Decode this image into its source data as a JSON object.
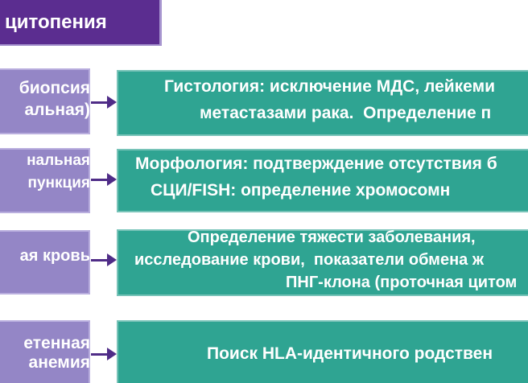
{
  "title_banner": {
    "label": "цитопения"
  },
  "colors": {
    "banner_purple": "#5b2d90",
    "source_box_purple": "#9486c6",
    "result_box_teal": "#2fa492",
    "arrow_purple": "#4f2c87",
    "text_white": "#ffffff",
    "background": "#ffffff"
  },
  "icons": {
    "arrow_right": "→ (css triangle)"
  },
  "rows": [
    {
      "source_lines": [
        "биопсия",
        "альная)"
      ],
      "result_lines": [
        "Гистология: исключение МДС, лейкеми",
        "метастазами рака.  Определение п"
      ]
    },
    {
      "source_lines": [
        "нальная",
        "пункция"
      ],
      "result_lines": [
        "Морфология: подтверждение отсутствия б",
        "СЦИ/FISH: определение хромосомн"
      ]
    },
    {
      "source_lines": [
        "ая кровь"
      ],
      "result_lines": [
        "Определение тяжести заболевания,",
        "исследование крови,  показатели обмена ж",
        "ПНГ-клона (проточная цитом"
      ]
    },
    {
      "source_lines": [
        "етенная",
        "анемия"
      ],
      "result_lines": [
        "Поиск HLA-идентичного родствен"
      ]
    }
  ]
}
